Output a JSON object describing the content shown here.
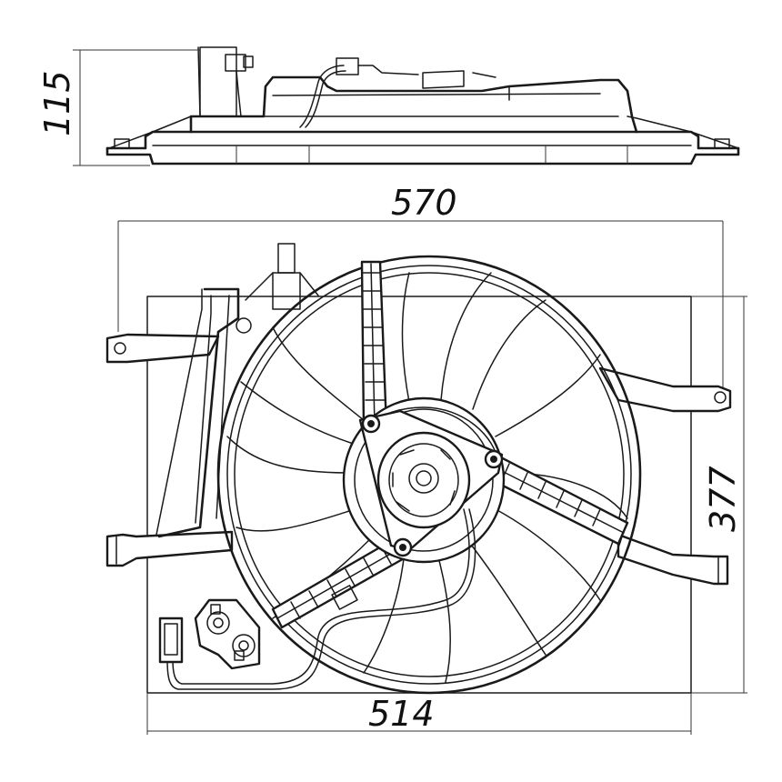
{
  "dimensions": {
    "height": "115",
    "width_top": "570",
    "height_right": "377",
    "width_bottom": "514"
  },
  "colors": {
    "line": "#1a1a1a",
    "background": "#ffffff"
  }
}
